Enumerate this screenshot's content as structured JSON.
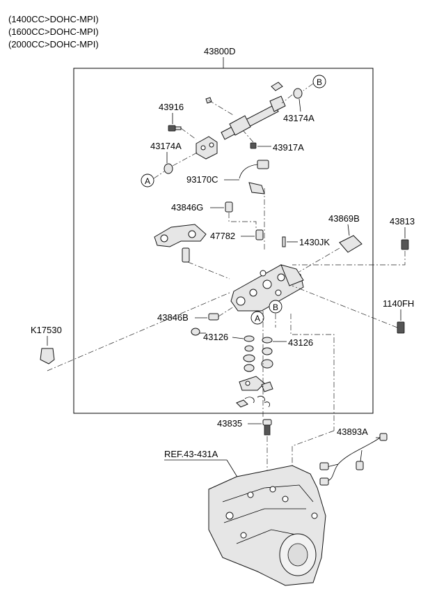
{
  "header": {
    "lines": [
      "(1400CC>DOHC-MPI)",
      "(1600CC>DOHC-MPI)",
      "(2000CC>DOHC-MPI)"
    ]
  },
  "assembly": {
    "label": "43800D"
  },
  "parts": {
    "p43916": "43916",
    "p43174A_top": "43174A",
    "p43174A_left": "43174A",
    "p43917A": "43917A",
    "p93170C": "93170C",
    "p43846G": "43846G",
    "p43869B": "43869B",
    "p43813": "43813",
    "p47782": "47782",
    "p1430JK": "1430JK",
    "p1140FH": "1140FH",
    "pK17530": "K17530",
    "p43846B": "43846B",
    "p43126_left": "43126",
    "p43126_right": "43126",
    "p43835": "43835",
    "p43893A": "43893A",
    "ref": "REF.43-431A"
  },
  "markers": {
    "a": "A",
    "b": "B"
  }
}
